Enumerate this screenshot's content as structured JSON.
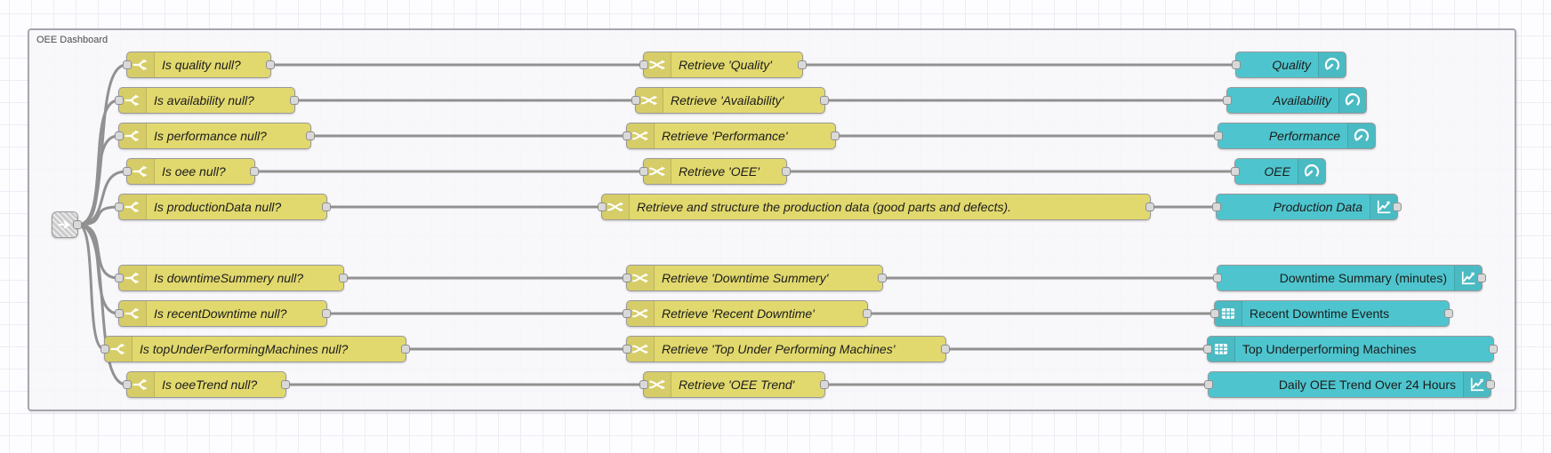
{
  "group": {
    "label": "OEE Dashboard"
  },
  "nodes": {
    "link_in": {
      "icon": "link-in-icon"
    },
    "switch": [
      {
        "label": "Is quality null?"
      },
      {
        "label": "Is availability null?"
      },
      {
        "label": "Is performance null?"
      },
      {
        "label": "Is oee null?"
      },
      {
        "label": "Is productionData null?"
      },
      {
        "label": "Is downtimeSummery null?"
      },
      {
        "label": "Is recentDowntime null?"
      },
      {
        "label": "Is topUnderPerformingMachines null?"
      },
      {
        "label": "Is oeeTrend null?"
      }
    ],
    "change": [
      {
        "label": "Retrieve 'Quality'"
      },
      {
        "label": "Retrieve 'Availability'"
      },
      {
        "label": "Retrieve 'Performance'"
      },
      {
        "label": "Retrieve 'OEE'"
      },
      {
        "label": "Retrieve and structure the production data (good parts and defects)."
      },
      {
        "label": "Retrieve 'Downtime Summery'"
      },
      {
        "label": "Retrieve 'Recent Downtime'"
      },
      {
        "label": "Retrieve 'Top Under Performing Machines'"
      },
      {
        "label": "Retrieve 'OEE Trend'"
      }
    ],
    "dashboard": [
      {
        "label": "Quality",
        "icon": "gauge-icon"
      },
      {
        "label": "Availability",
        "icon": "gauge-icon"
      },
      {
        "label": "Performance",
        "icon": "gauge-icon"
      },
      {
        "label": "OEE",
        "icon": "gauge-icon"
      },
      {
        "label": "Production Data",
        "icon": "chart-icon"
      },
      {
        "label": "Downtime Summary (minutes)",
        "icon": "chart-icon"
      },
      {
        "label": "Recent Downtime Events",
        "icon": "table-icon"
      },
      {
        "label": "Top Underperforming Machines",
        "icon": "table-icon"
      },
      {
        "label": "Daily OEE Trend Over 24 Hours",
        "icon": "chart-icon"
      }
    ]
  },
  "colors": {
    "switch_node": "#e2d96e",
    "dashboard_node": "#4ec5ce",
    "wire": "#919191",
    "port": "#d9d9d9",
    "group_border": "#a6a6b0",
    "canvas_grid": "#ececf6"
  }
}
